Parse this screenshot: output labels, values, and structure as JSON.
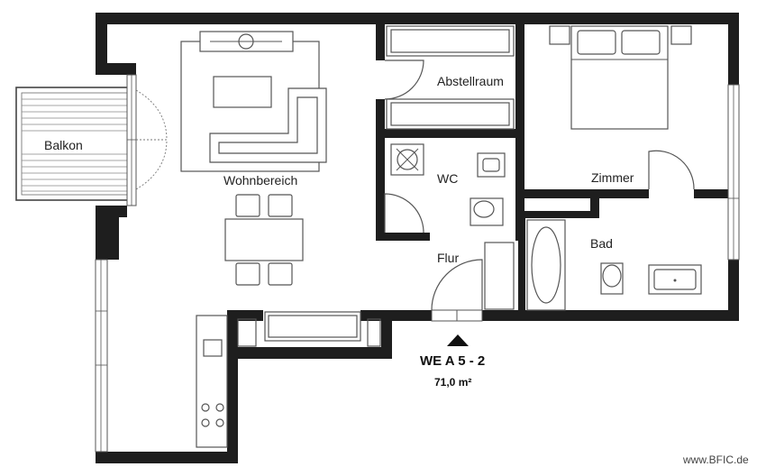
{
  "rooms": {
    "balkon": "Balkon",
    "wohnbereich": "Wohnbereich",
    "abstellraum": "Abstellraum",
    "zimmer": "Zimmer",
    "wc": "WC",
    "bad": "Bad",
    "flur": "Flur"
  },
  "unit": {
    "name": "WE A 5 - 2",
    "area": "71,0 m²"
  },
  "watermark": "www.BFIC.de",
  "colors": {
    "wall": "#1e1e1e",
    "furniture_line": "#555555",
    "background": "#ffffff"
  },
  "icons": {
    "entrance_marker": "triangle-up"
  }
}
